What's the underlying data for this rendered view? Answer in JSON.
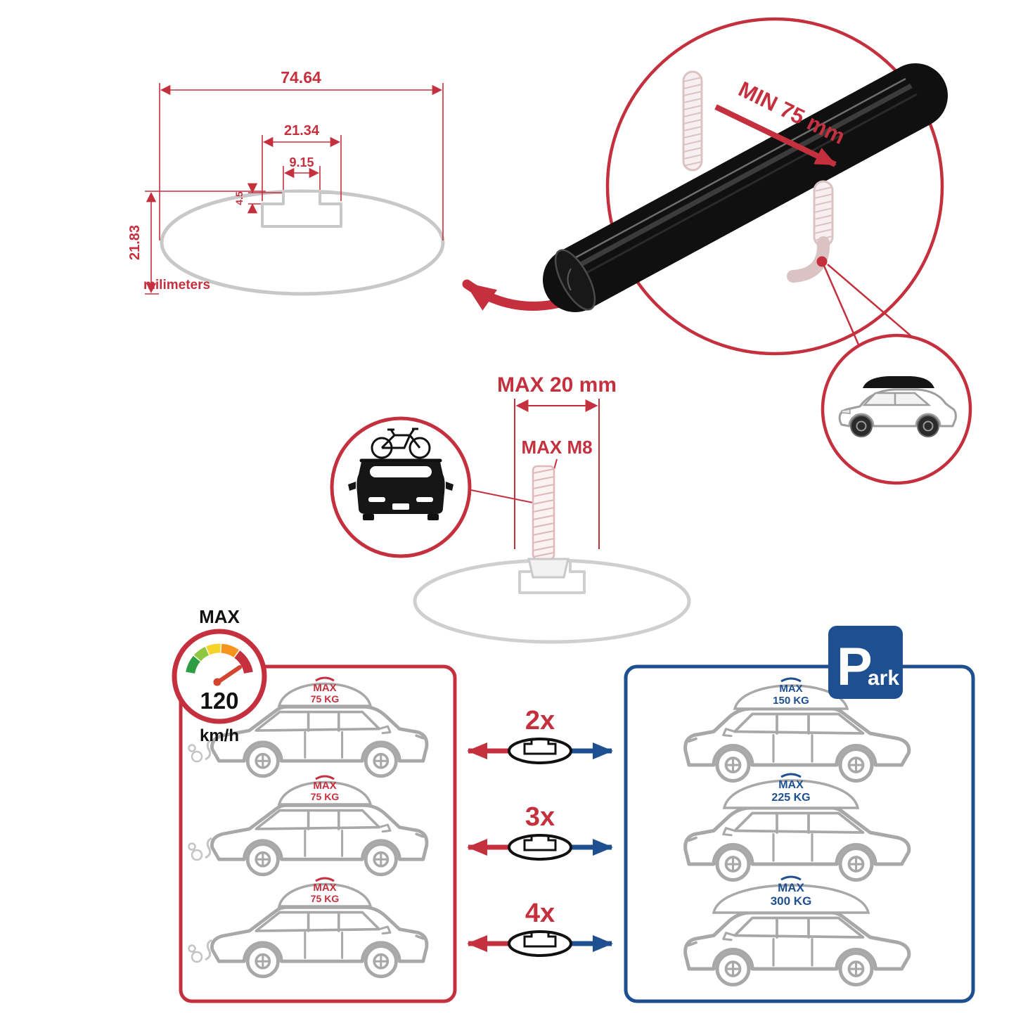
{
  "colors": {
    "red": "#C5303E",
    "blue": "#1D4F91",
    "gray_line": "#C8C8C8",
    "car_line": "#A8A8A8",
    "bar_black": "#101010"
  },
  "dim_drawing": {
    "width_total": "74.64",
    "width_channel": "21.34",
    "width_slot": "9.15",
    "lip_height": "4.5",
    "height_total": "21.83",
    "unit_label": "milimeters"
  },
  "bar_detail": {
    "min_clearance": "MIN 75 mm"
  },
  "bolt_detail": {
    "max_length": "MAX 20 mm",
    "max_thread": "MAX M8"
  },
  "speed_limit": {
    "label": "MAX",
    "value": "120",
    "unit": "km/h"
  },
  "load_panels": {
    "driving": {
      "cars": [
        {
          "max": "MAX",
          "kg": "75 KG"
        },
        {
          "max": "MAX",
          "kg": "75 KG"
        },
        {
          "max": "MAX",
          "kg": "75 KG"
        }
      ]
    },
    "parked": {
      "cars": [
        {
          "max": "MAX",
          "kg": "150 KG"
        },
        {
          "max": "MAX",
          "kg": "225 KG"
        },
        {
          "max": "MAX",
          "kg": "300 KG"
        }
      ]
    },
    "multipliers": [
      {
        "label": "2x"
      },
      {
        "label": "3x"
      },
      {
        "label": "4x"
      }
    ],
    "park_sign": {
      "p": "P",
      "ark": "ark"
    }
  }
}
